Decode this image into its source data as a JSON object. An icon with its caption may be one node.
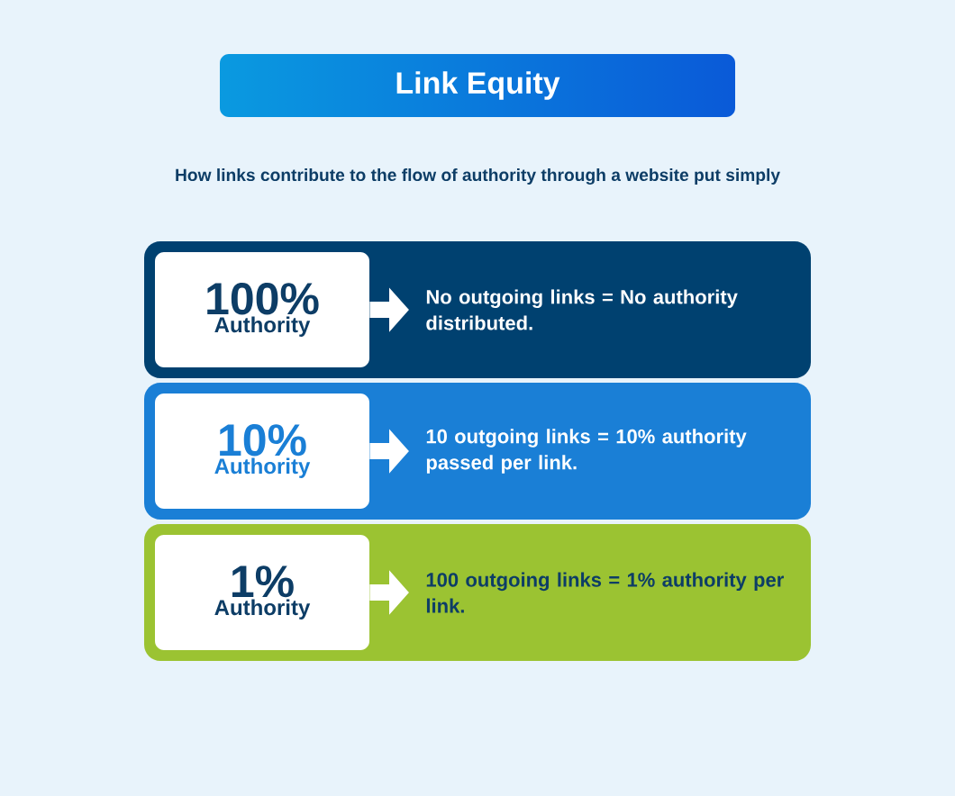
{
  "diagram": {
    "title": "Link Equity",
    "nodes": [
      {
        "text": [],
        "shape": "box"
      },
      {
        "text": [
          "100%",
          "Authority"
        ],
        "in": 0
      },
      {
        "text": [
          "No outgoing links = No authority distributed."
        ],
        "in": 0
      },
      {
        "text": [],
        "shape": "box"
      },
      {
        "text": [
          "10%",
          "Authority"
        ],
        "in": 3
      },
      {
        "text": [
          "10 outgoing links = 10% authority passed per link."
        ],
        "in": 3
      },
      {
        "text": [],
        "shape": "box"
      },
      {
        "text": [
          "1%",
          "Authority"
        ],
        "in": 6
      },
      {
        "text": [
          "100 outgoing links = 1% authority per link."
        ],
        "in": 6
      }
    ],
    "edges": [
      {
        "from": 1,
        "to": 2,
        "arrow": "to"
      },
      {
        "from": 4,
        "to": 5,
        "arrow": "to"
      },
      {
        "from": 7,
        "to": 8,
        "arrow": "to"
      }
    ],
    "labels": [
      "How links contribute to the flow of authority through a website put simply"
    ]
  }
}
